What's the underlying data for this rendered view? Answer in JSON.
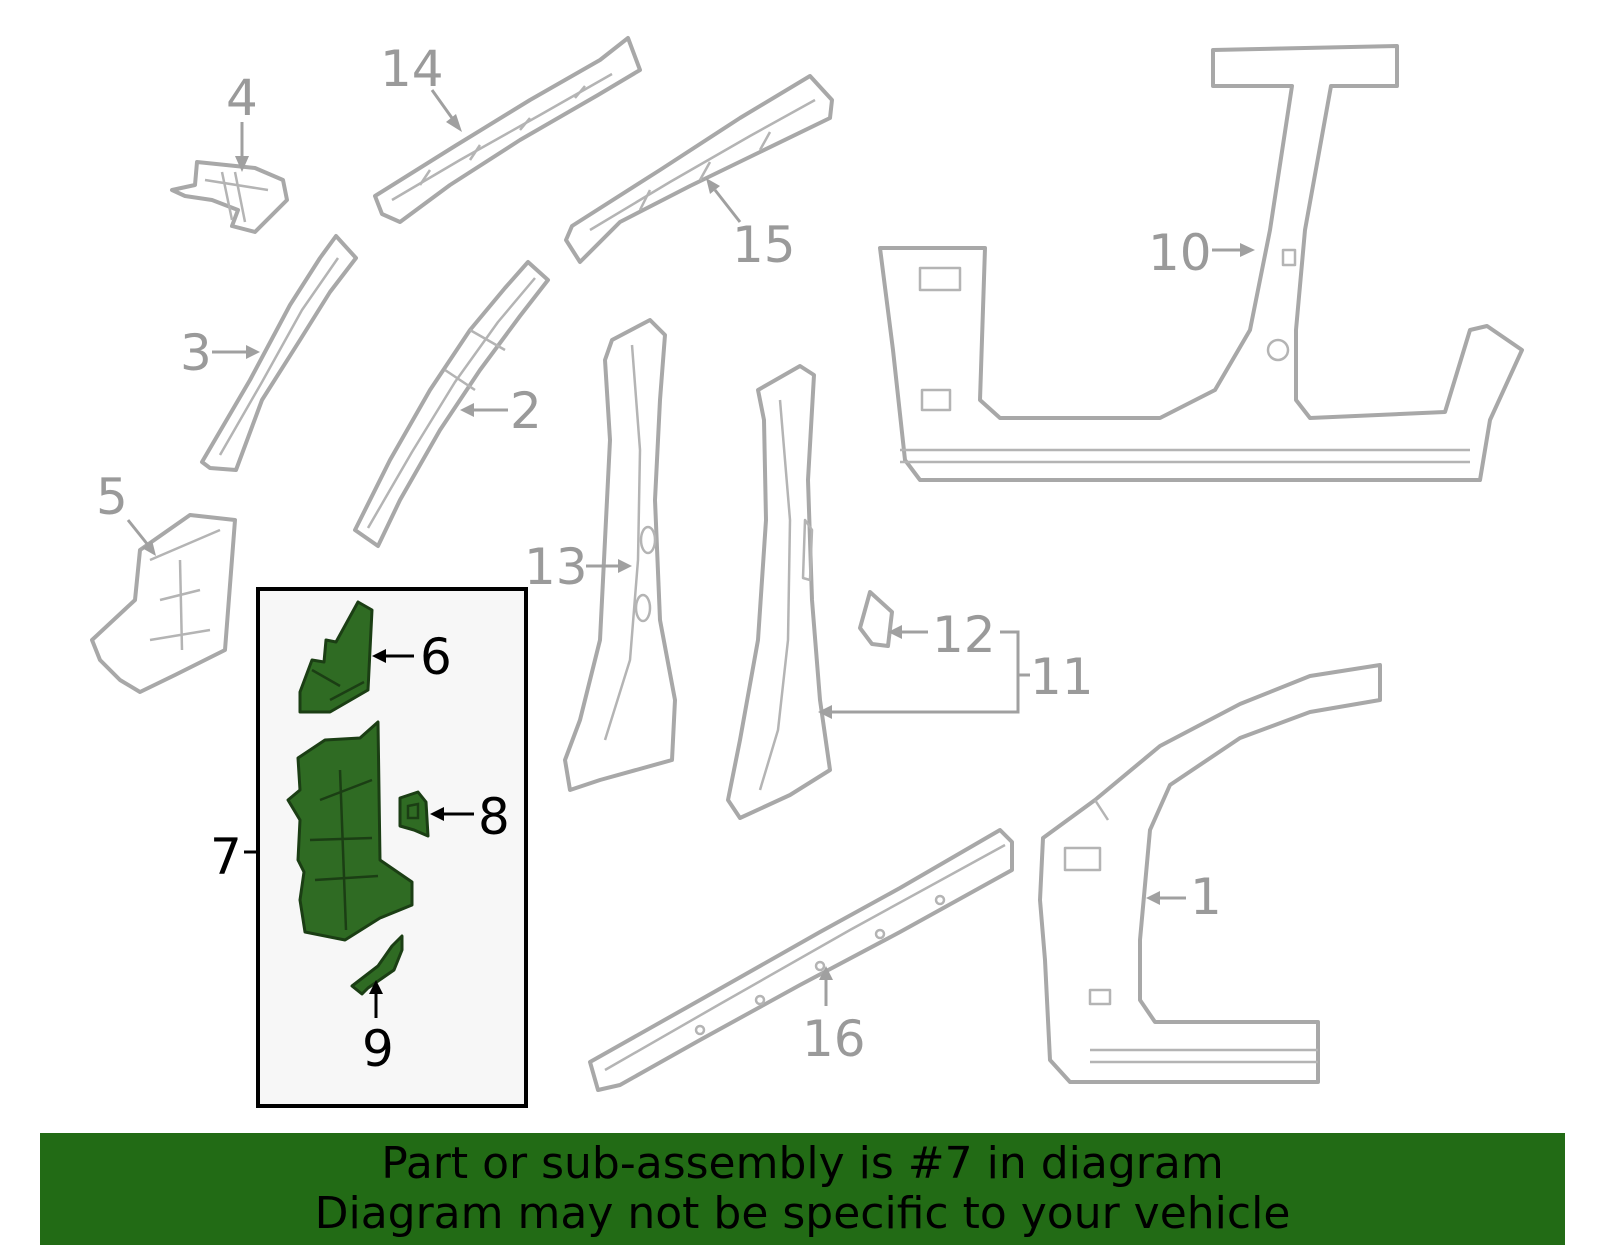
{
  "callouts": {
    "c1": "1",
    "c2": "2",
    "c3": "3",
    "c4": "4",
    "c5": "5",
    "c6": "6",
    "c7": "7",
    "c8": "8",
    "c9": "9",
    "c10": "10",
    "c11": "11",
    "c12": "12",
    "c13": "13",
    "c14": "14",
    "c15": "15",
    "c16": "16"
  },
  "highlight": {
    "part_number": "7",
    "fill_color": "#2f6b23",
    "panel_color": "#f7f7f7"
  },
  "banner": {
    "line1": "Part or sub-assembly is #7 in diagram",
    "line2": "Diagram may not be specific to your vehicle",
    "background_color": "#226b15"
  }
}
